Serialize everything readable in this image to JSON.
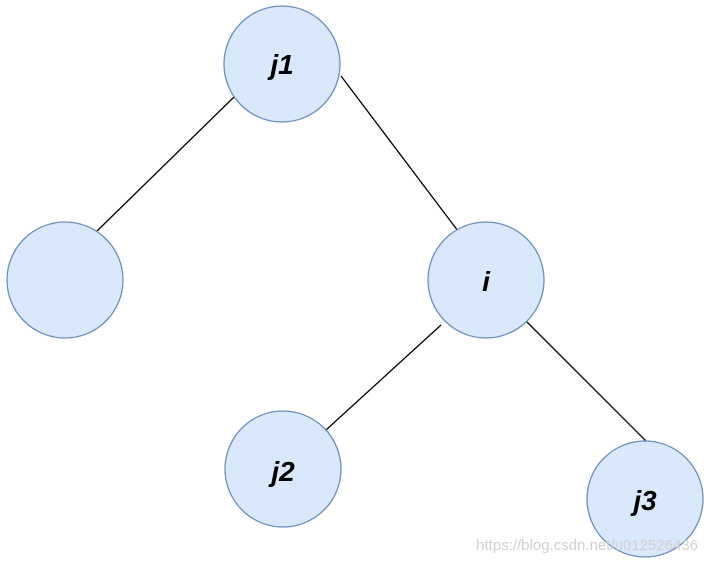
{
  "diagram": {
    "nodes": [
      {
        "id": "j1",
        "label": "j1"
      },
      {
        "id": "left",
        "label": ""
      },
      {
        "id": "i",
        "label": "i"
      },
      {
        "id": "j2",
        "label": "j2"
      },
      {
        "id": "j3",
        "label": "j3"
      }
    ],
    "edges": [
      {
        "from": "j1",
        "to": "left"
      },
      {
        "from": "j1",
        "to": "i"
      },
      {
        "from": "i",
        "to": "j2"
      },
      {
        "from": "i",
        "to": "j3"
      }
    ],
    "colors": {
      "node_fill": "#dae8fc",
      "node_stroke": "#6c8ebf",
      "edge": "#000000"
    }
  },
  "watermark": "https://blog.csdn.net/u012526436"
}
